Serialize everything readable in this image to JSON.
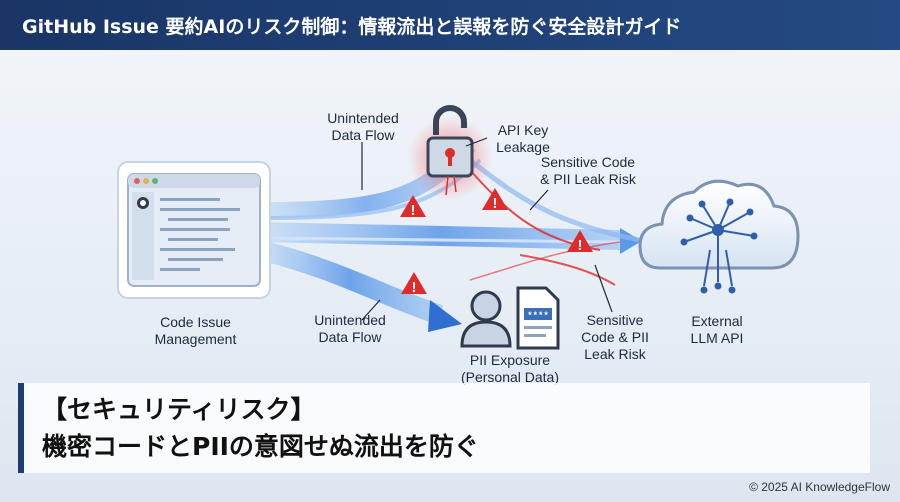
{
  "header": {
    "title": "GitHub Issue 要約AIのリスク制御：情報流出と誤報を防ぐ安全設計ガイド"
  },
  "diagram": {
    "labels": {
      "code_issue": "Code Issue\nManagement",
      "unintended_top": "Unintended\nData Flow",
      "unintended_bottom": "Unintended\nData Flow",
      "api_key": "API Key\nLeakage",
      "sensitive_top": "Sensitive Code\n& PII Leak Risk",
      "sensitive_bottom": "Sensitive\nCode & PII\nLeak Risk",
      "pii_exposure": "PII Exposure\n(Personal Data)",
      "external_llm": "External\nLLM API",
      "doc_mask": "****"
    },
    "colors": {
      "flow_blue": "#3f86e6",
      "risk_red": "#e02b2b",
      "navy": "#1e3d73"
    },
    "icons": [
      "browser-window-icon",
      "github-logo-icon",
      "padlock-open-icon",
      "warning-icon",
      "person-icon",
      "document-icon",
      "cloud-network-icon"
    ]
  },
  "banner": {
    "line1": "【セキュリティリスク】",
    "line2": "機密コードとPIIの意図せぬ流出を防ぐ"
  },
  "footer": {
    "copyright": "© 2025 AI KnowledgeFlow"
  }
}
